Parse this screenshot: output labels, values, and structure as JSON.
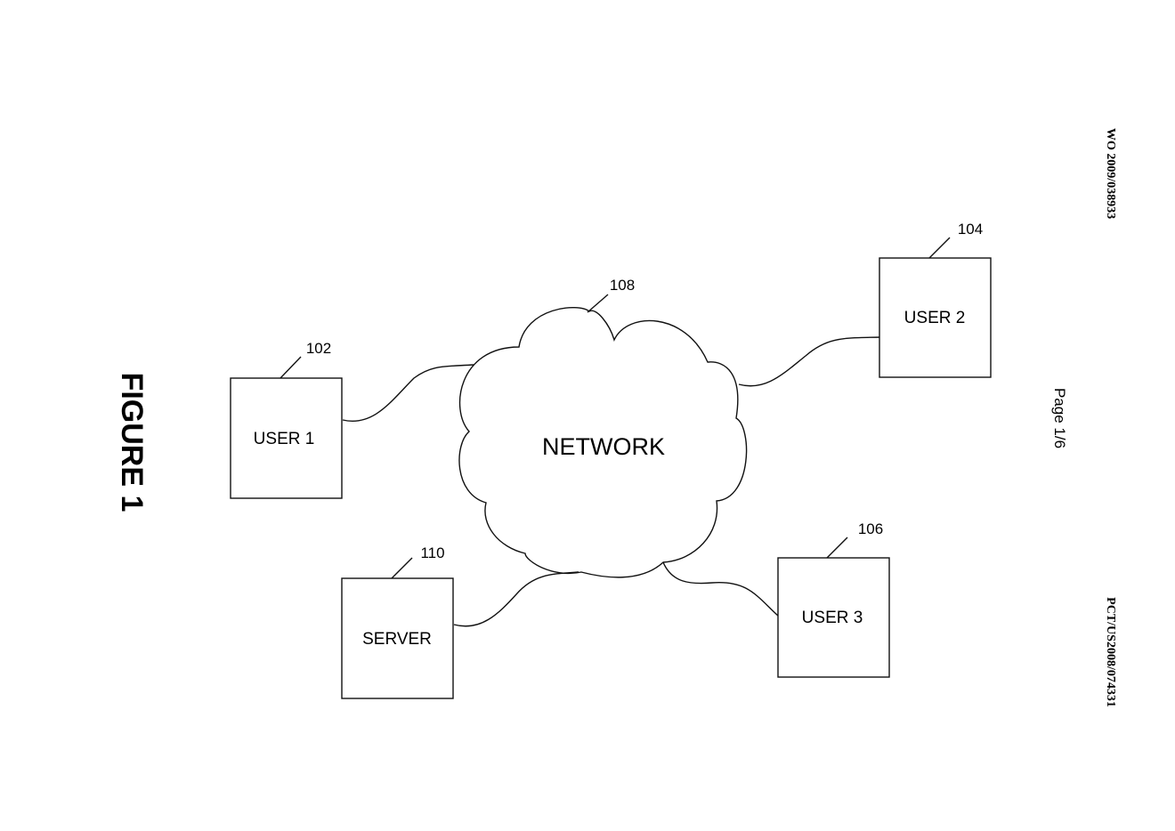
{
  "header": {
    "publication_number": "WO 2009/038933",
    "application_number": "PCT/US2008/074331",
    "page_label": "Page 1/6"
  },
  "figure": {
    "title": "FIGURE 1"
  },
  "diagram": {
    "network": {
      "label": "NETWORK",
      "ref": "108"
    },
    "nodes": [
      {
        "id": "user1",
        "label": "USER 1",
        "ref": "102"
      },
      {
        "id": "user2",
        "label": "USER 2",
        "ref": "104"
      },
      {
        "id": "user3",
        "label": "USER 3",
        "ref": "106"
      },
      {
        "id": "server",
        "label": "SERVER",
        "ref": "110"
      }
    ],
    "edges": [
      {
        "from": "user1",
        "to": "network"
      },
      {
        "from": "user2",
        "to": "network"
      },
      {
        "from": "user3",
        "to": "network"
      },
      {
        "from": "server",
        "to": "network"
      }
    ]
  },
  "colors": {
    "ink": "#111111",
    "paper": "#ffffff"
  }
}
